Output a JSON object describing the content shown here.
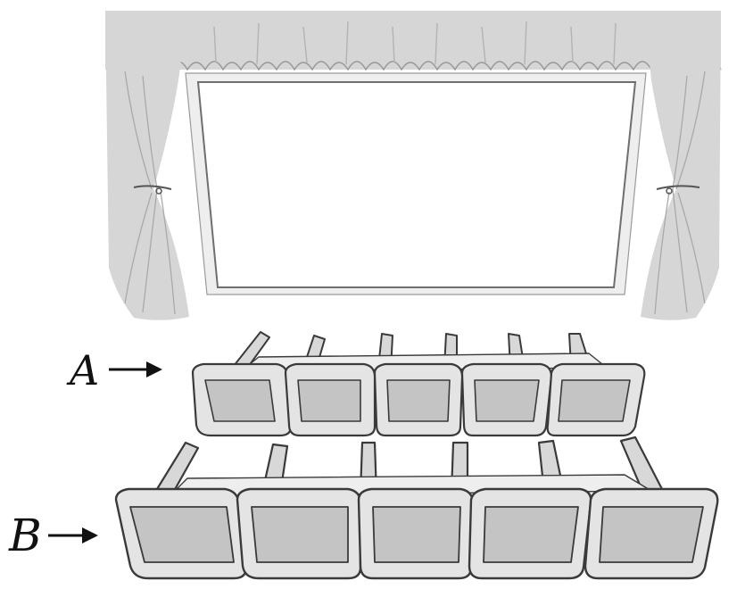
{
  "rows": [
    {
      "letter": "A",
      "seat_count": 5
    },
    {
      "letter": "B",
      "seat_count": 5
    }
  ],
  "colors": {
    "curtain": "#d6d6d6",
    "curtain_fold": "#bdbdbd",
    "screen": "#ffffff",
    "seat_frame": "#e4e4e4",
    "seat_cushion": "#c4c4c4",
    "outline": "#3a3a3a",
    "label": "#111111"
  }
}
